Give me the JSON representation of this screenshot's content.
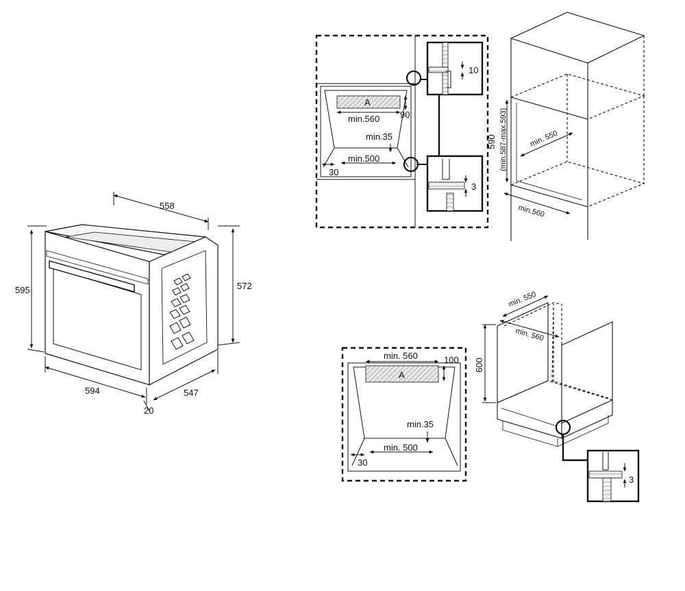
{
  "oven": {
    "dim_depth_top": "558",
    "dim_height_left": "595",
    "dim_height_right": "572",
    "dim_width_bottom": "594",
    "dim_depth_side": "547",
    "dim_front": "20"
  },
  "cabinet_tall": {
    "section": {
      "label_a": "A",
      "min_width": "min.560",
      "gap_top": "90",
      "min_vent": "min.35",
      "min_base": "min.500",
      "side_gap": "30"
    },
    "detail_top_gap": "10",
    "detail_bottom_gap": "3",
    "height": "590",
    "height_range": "(min.587-max.593)",
    "min_depth": "min. 550",
    "min_width": "min.560"
  },
  "cabinet_under": {
    "section": {
      "min_width": "min. 560",
      "gap_top": "100",
      "label_a": "A",
      "min_vent": "min.35",
      "min_base": "min. 500",
      "side_gap": "30"
    },
    "min_depth": "min. 550",
    "min_width": "min. 560",
    "height": "600",
    "detail_gap": "3"
  }
}
